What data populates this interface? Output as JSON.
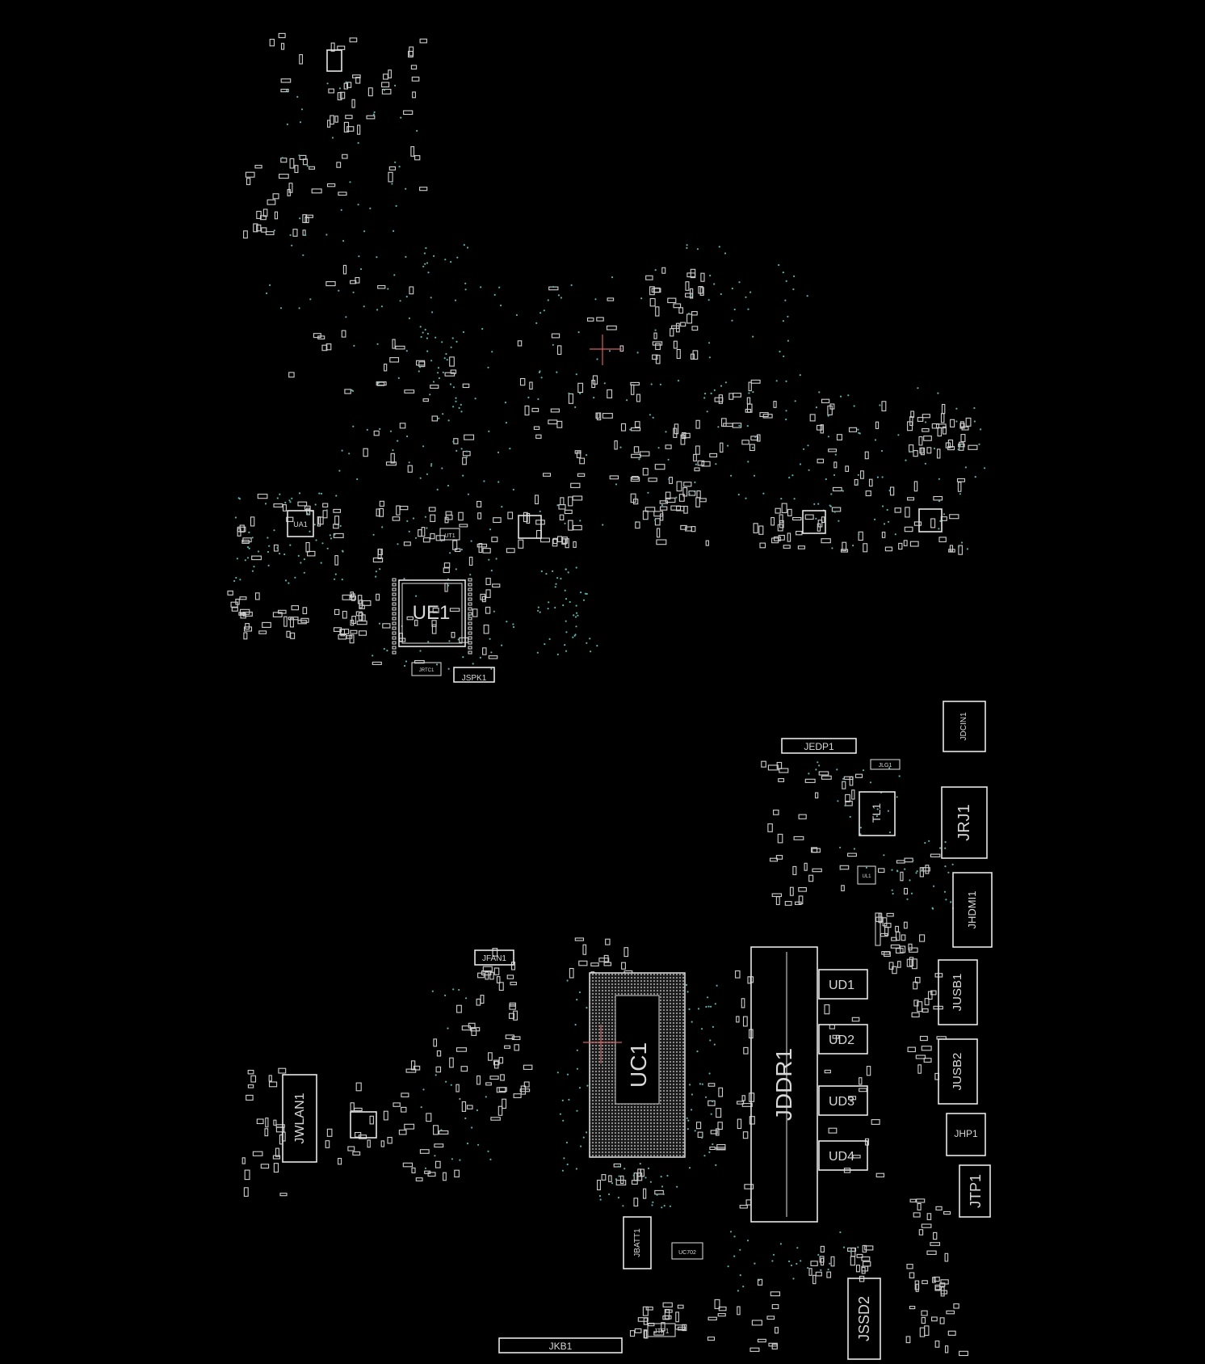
{
  "view": {
    "top_half": {
      "labels": {
        "ue1": "UE1",
        "ua1": "UA1",
        "jspk1": "JSPK1",
        "jrtc1": "JRTC1",
        "ut1": "UT1"
      }
    },
    "bottom_half": {
      "labels": {
        "jedp1": "JEDP1",
        "jdcin1": "JDCIN1",
        "jrj1": "JRJ1",
        "jhdmi1": "JHDMI1",
        "jusb1": "JUSB1",
        "jusb2": "JUSB2",
        "jhp1": "JHP1",
        "jtp1": "JTP1",
        "jfan1": "JFAN1",
        "uc1": "UC1",
        "jddr1": "JDDR1",
        "ud1": "UD1",
        "ud2": "UD2",
        "ud3": "UD3",
        "ud4": "UD4",
        "jwlan1": "JWLAN1",
        "jbatt1": "JBATT1",
        "jssd2": "JSSD2",
        "jkb1": "JKB1",
        "tl1": "TL1",
        "ul1": "UL1",
        "jlg1": "JLG1",
        "uc702": "UC702",
        "jtp1b": "JTP1"
      }
    }
  },
  "colors": {
    "background": "#000000",
    "outline": "#e6e6e6",
    "via": "#5fb0a8",
    "cursor": "#d06060"
  }
}
